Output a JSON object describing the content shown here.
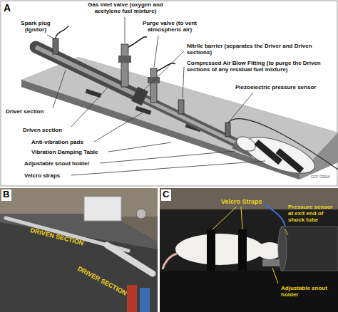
{
  "diagram": {
    "labels": [
      "A",
      "Gas inlet valve (oxygen and acetylene fuel mixture)",
      "Spark plug (Ignitor)",
      "Purge valve (to vent atmospheric air)",
      "Nitrile barrier (separates the Driver and Driven sections)",
      "Compressed Air Blow Fitting (to purge the Driven sections of any residual fuel mixture)",
      "Piezoelectric pressure sensor",
      "Driver section",
      "Driven section",
      "Anti-vibration pads",
      "Vibration Damping Table",
      "Adjustable snout holder",
      "Velcro straps",
      "CCF ©2014",
      "B",
      "DRIVEN SECTION",
      "DRIVER SECTION",
      "C",
      "Velcro Straps",
      "Pressure sensor at exit end of shock tube",
      "Adjustable snout holder"
    ]
  }
}
